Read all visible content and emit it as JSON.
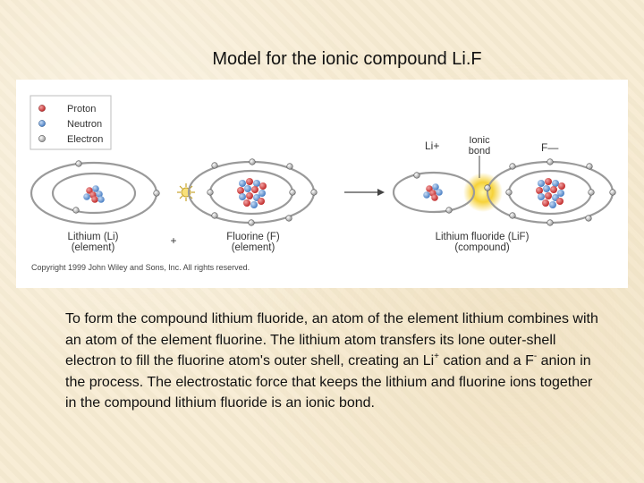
{
  "title": "Model for the ionic compound Li.F",
  "figure": {
    "legend": [
      {
        "label": "Proton",
        "color": "#d03a3a"
      },
      {
        "label": "Neutron",
        "color": "#5b8fd0"
      },
      {
        "label": "Electron",
        "color": "#f2f2f2"
      }
    ],
    "labels": {
      "lithium_name": "Lithium (Li)",
      "lithium_type": "(element)",
      "plus_sign": "+",
      "fluorine_name": "Fluorine (F)",
      "fluorine_type": "(element)",
      "li_ion": "Li+",
      "ionic_bond_1": "Ionic",
      "ionic_bond_2": "bond",
      "f_ion": "F—",
      "compound_name": "Lithium fluoride (LiF)",
      "compound_type": "(compound)",
      "copyright": "Copyright 1999 John Wiley and Sons, Inc. All rights reserved."
    }
  },
  "caption": {
    "part1": "To form the compound lithium fluoride, an atom of the element lithium combines with an atom of the element fluorine. The lithium atom transfers its lone outer-shell electron to fill the fluorine atom's outer shell, creating an Li",
    "sup1": "+",
    "part2": " cation and a F",
    "sup2": "-",
    "part3": " anion in the process. The electrostatic force that keeps the lithium and fluorine ions together in the compound lithium fluoride is an ionic bond."
  }
}
